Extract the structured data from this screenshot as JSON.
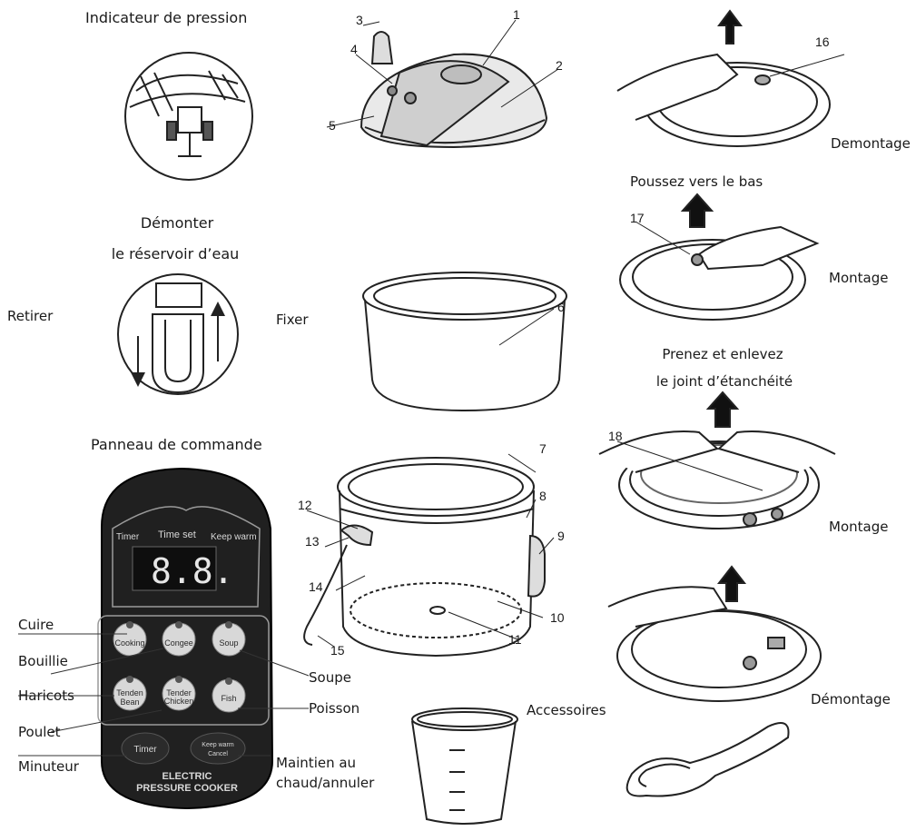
{
  "labels": {
    "pressure_indicator": "Indicateur de pression",
    "disassemble_1": "Demontage",
    "push_down": "Poussez vers le bas",
    "assemble_1": "Montage",
    "remove_tank_1": "Démonter",
    "remove_tank_2": "le réservoir d’eau",
    "remove": "Retirer",
    "fix": "Fixer",
    "take_seal_1": "Prenez et enlevez",
    "take_seal_2": "le joint d’étanchéité",
    "control_panel": "Panneau de commande",
    "assemble_2": "Montage",
    "disassemble_2": "Démontage",
    "accessories": "Accessoires",
    "cook": "Cuire",
    "porridge": "Bouillie",
    "beans": "Haricots",
    "chicken": "Poulet",
    "timer": "Minuteur",
    "soup": "Soupe",
    "fish": "Poisson",
    "keep_warm": "Maintien au",
    "keep_warm_2": "chaud/annuler"
  },
  "numbers": {
    "n1": "1",
    "n2": "2",
    "n3": "3",
    "n4": "4",
    "n5": "5",
    "n6": "6",
    "n7": "7",
    "n8": "8",
    "n9": "9",
    "n10": "10",
    "n11": "11",
    "n12": "12",
    "n13": "13",
    "n14": "14",
    "n15": "15",
    "n16": "16",
    "n17": "17",
    "n18": "18"
  },
  "panel": {
    "timer": "Timer",
    "time_set": "Time set",
    "keep_warm": "Keep warm",
    "display": "8.8.",
    "btn_cooking": "Cooking",
    "btn_congee": "Congee",
    "btn_soup": "Soup",
    "btn_bean_1": "Tenden",
    "btn_bean_2": "Bean",
    "btn_chicken_1": "Tender",
    "btn_chicken_2": "Chicken",
    "btn_fish": "Fish",
    "btn_timer": "Timer",
    "btn_kw_1": "Keep warm",
    "btn_kw_2": "Cancel",
    "brand_1": "ELECTRIC",
    "brand_2": "PRESSURE COOKER"
  }
}
